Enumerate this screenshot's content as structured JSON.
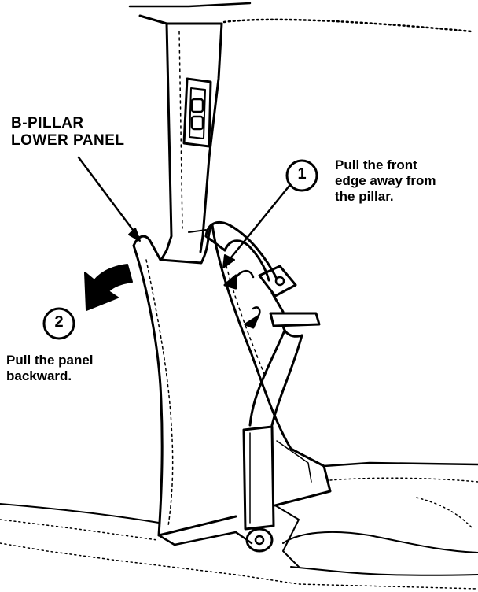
{
  "labels": {
    "panel_line1": "B-PILLAR",
    "panel_line2": "LOWER PANEL",
    "step1_number": "1",
    "step1_line1": "Pull the front",
    "step1_line2": "edge away from",
    "step1_line3": "the pillar.",
    "step2_number": "2",
    "step2_line1": "Pull the panel",
    "step2_line2": "backward."
  },
  "colors": {
    "ink": "#000000",
    "paper": "#ffffff"
  },
  "icons": {
    "seat-belt-anchor": "seat-belt-anchor-icon",
    "belt-height-adjuster": "belt-adjuster-icon"
  }
}
